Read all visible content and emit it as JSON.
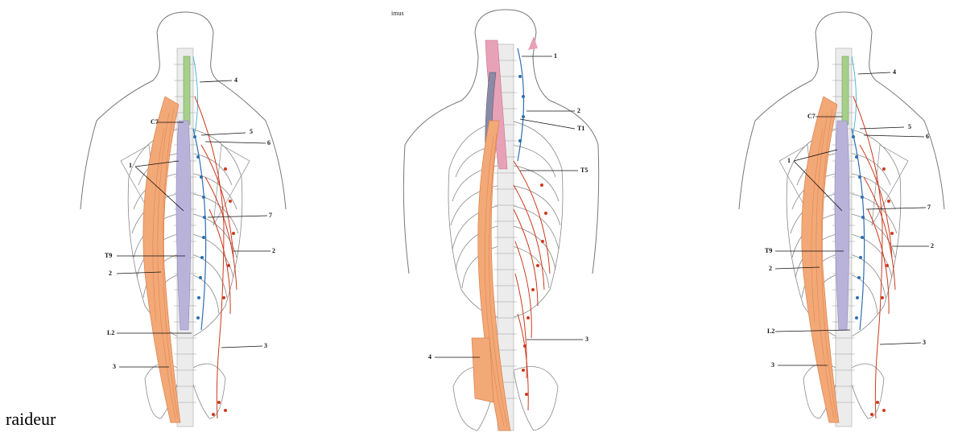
{
  "caption": "raideur",
  "figure2_top_fragment": "imus",
  "figures": [
    {
      "labels": {
        "n4": "4",
        "c7": "C7",
        "n5": "5",
        "n6": "6",
        "n1": "1",
        "n7": "7",
        "t9": "T9",
        "n2_right": "2",
        "n2_left": "2",
        "l2": "L2",
        "n3_right": "3",
        "n3_left": "3"
      }
    },
    {
      "labels": {
        "n1": "1",
        "n2": "2",
        "t1": "T1",
        "t5": "T5",
        "n3": "3",
        "n4": "4"
      }
    },
    {
      "labels": {
        "n4": "4",
        "c7": "C7",
        "n5": "5",
        "n6": "6",
        "n1": "1",
        "n7": "7",
        "t9": "T9",
        "n2_right": "2",
        "n2_left": "2",
        "l2": "L2",
        "n3_right": "3",
        "n3_left": "3"
      }
    }
  ],
  "colors": {
    "muscle": "#f3a877",
    "muscle_dark": "#d9824d",
    "nerve_red": "#cc3a1e",
    "nerve_blue": "#2e6fb0",
    "nerve_cyan": "#52b7d8",
    "lavender": "#b9b3da",
    "green": "#a6cf8a",
    "pink": "#e7a2b7",
    "outline": "#7a7a7a",
    "bone": "#e6e6e6"
  }
}
